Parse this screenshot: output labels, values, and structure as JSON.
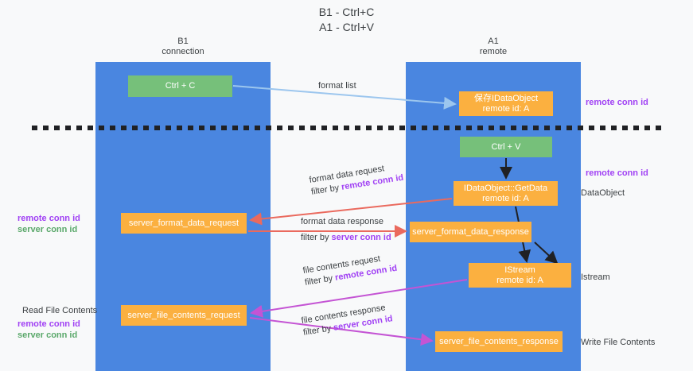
{
  "title": {
    "line1": "B1 - Ctrl+C",
    "line2": "A1 - Ctrl+V"
  },
  "columns": [
    {
      "name": "b1",
      "line1": "B1",
      "line2": "connection",
      "color": "#4a86e0"
    },
    {
      "name": "a1",
      "line1": "A1",
      "line2": "remote",
      "color": "#4a86e0"
    }
  ],
  "colors": {
    "column_blue": "#4a86e0",
    "node_green": "#76c07a",
    "node_orange": "#fbb040",
    "accent_purple": "#a142f4",
    "accent_green": "#5aa86a",
    "arrow_red": "#ea6a5e",
    "arrow_lightblue": "#9cc6ee",
    "arrow_magenta": "#c454d4",
    "arrow_black": "#202124",
    "background": "#f8f9fa"
  },
  "nodes": [
    {
      "id": "ctrl-c",
      "line1": "Ctrl + C",
      "line2": "",
      "style": "green"
    },
    {
      "id": "idataobject",
      "line1": "保存IDataObject",
      "line2": "remote id: A",
      "style": "orange"
    },
    {
      "id": "ctrl-v",
      "line1": "Ctrl + V",
      "line2": "",
      "style": "green"
    },
    {
      "id": "getdata",
      "line1": "IDataObject::GetData",
      "line2": "remote id: A",
      "style": "orange"
    },
    {
      "id": "server-format-data-request",
      "line1": "server_format_data_request",
      "line2": "",
      "style": "orange"
    },
    {
      "id": "server-format-data-response",
      "line1": "server_format_data_response",
      "line2": "",
      "style": "orange"
    },
    {
      "id": "istream",
      "line1": "IStream",
      "line2": "remote id: A",
      "style": "orange"
    },
    {
      "id": "server-file-contents-request",
      "line1": "server_file_contents_request",
      "line2": "",
      "style": "orange"
    },
    {
      "id": "server-file-contents-response",
      "line1": "server_file_contents_response",
      "line2": "",
      "style": "orange"
    }
  ],
  "arrow_labels": {
    "format_list": "format list",
    "format_data_request": {
      "line1": "format data request",
      "filter_prefix": "filter by ",
      "filter_key": "remote conn id"
    },
    "format_data_response": {
      "line1": "format data response",
      "filter_prefix": "filter by ",
      "filter_key": "server conn id"
    },
    "file_contents_request": {
      "line1": "file contents request",
      "filter_prefix": "filter by ",
      "filter_key": "remote conn id"
    },
    "file_contents_response": {
      "line1": "file contents response",
      "filter_prefix": "filter by ",
      "filter_key": "server conn id"
    }
  },
  "side_labels": {
    "remote_conn_id_top": "remote conn id",
    "remote_conn_id_mid": "remote conn id",
    "dataobject": "DataObject",
    "istream": "Istream",
    "write_file_contents": "Write File Contents",
    "read_file_contents": "Read File Contents",
    "left_remote_conn_id_1": "remote conn id",
    "left_server_conn_id_1": "server conn id",
    "left_remote_conn_id_2": "remote conn id",
    "left_server_conn_id_2": "server conn id"
  }
}
